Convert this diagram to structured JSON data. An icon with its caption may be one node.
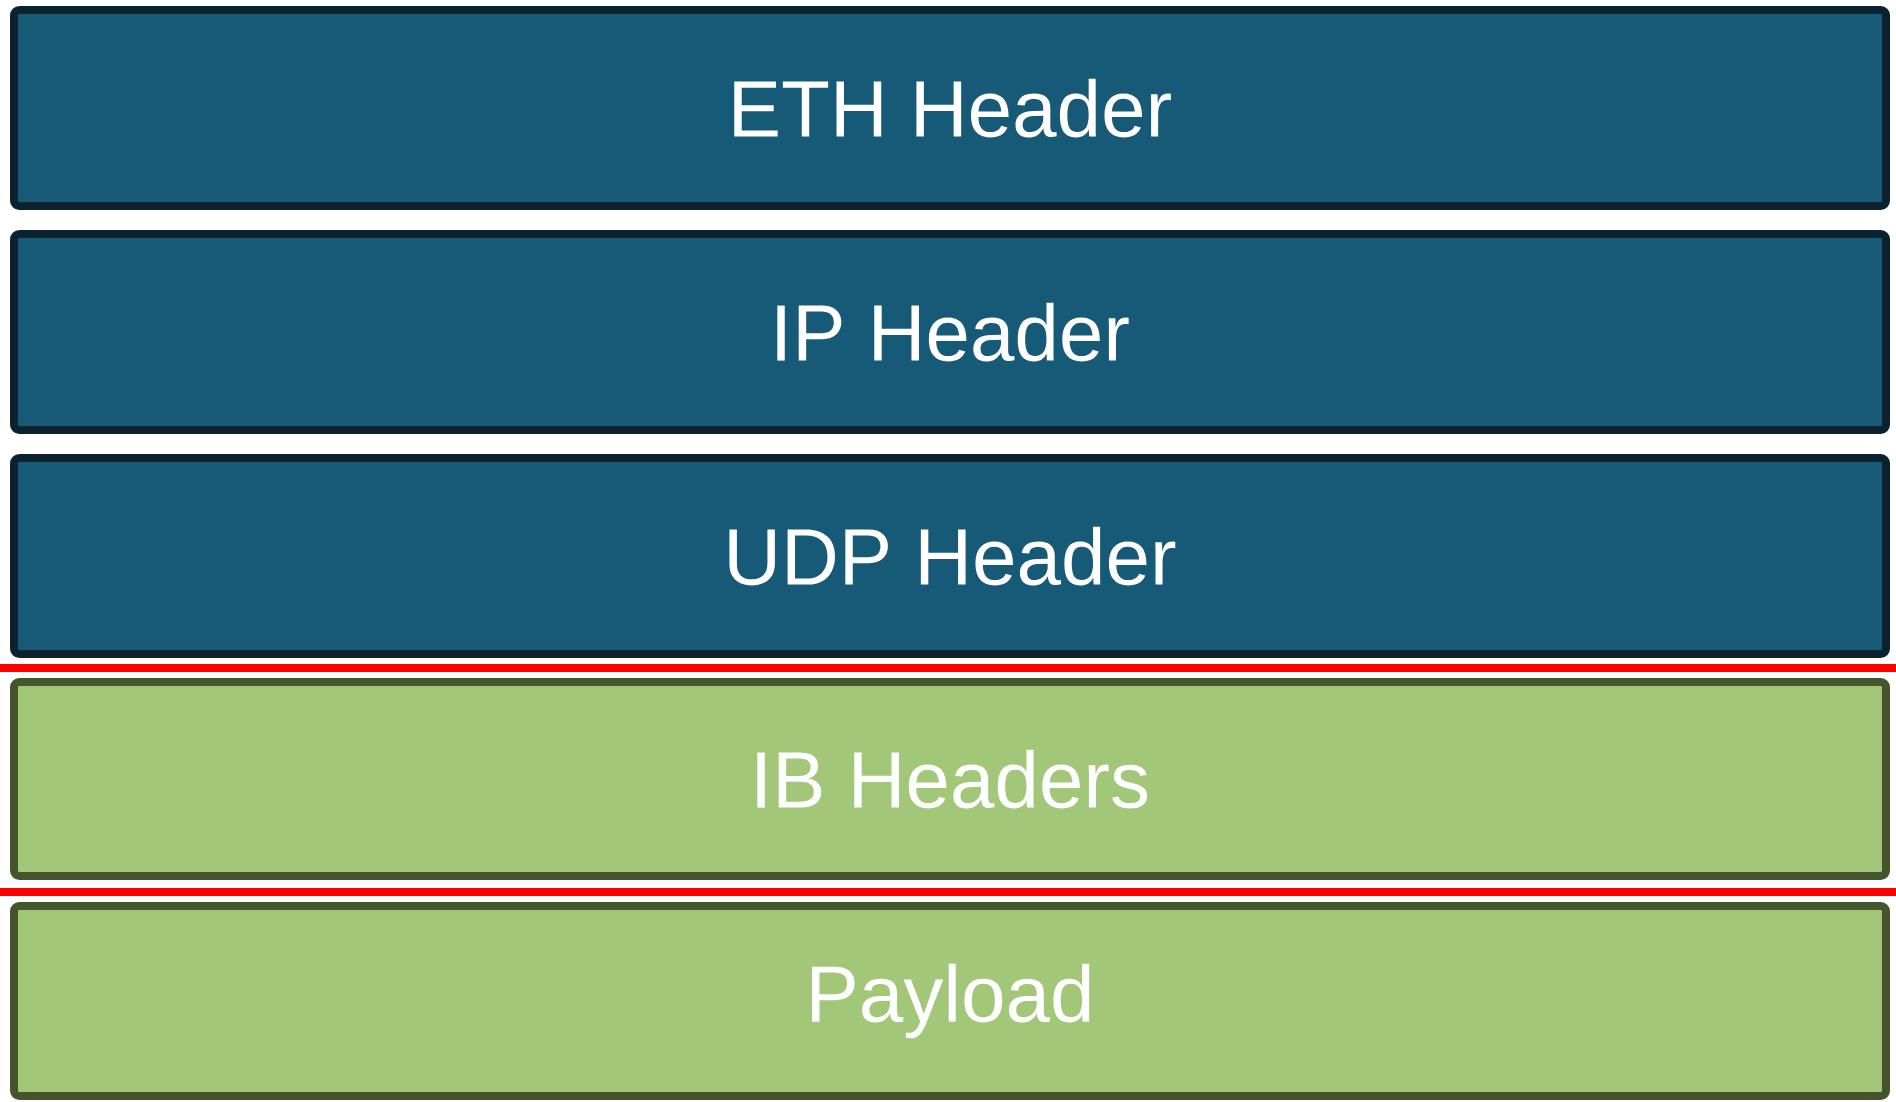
{
  "diagram": {
    "nodes": [
      {
        "text": [
          "ETH Header"
        ]
      },
      {
        "text": [
          "IP Header"
        ]
      },
      {
        "text": [
          "UDP Header"
        ]
      },
      {
        "text": [
          "IB Headers"
        ]
      },
      {
        "text": [
          "Payload"
        ]
      }
    ]
  }
}
